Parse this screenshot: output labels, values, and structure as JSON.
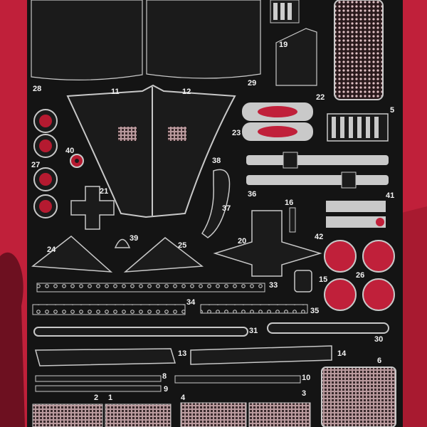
{
  "photo": {
    "subject": "photo-etched-fret-sheet",
    "colors": {
      "background": "#c0203a",
      "fret": "#141414",
      "metal": "#c9c9c9",
      "red_inner": "#b51a30"
    },
    "part_numbers": [
      {
        "id": "p28",
        "text": "28"
      },
      {
        "id": "p29",
        "text": "29"
      },
      {
        "id": "p11",
        "text": "11"
      },
      {
        "id": "p12",
        "text": "12"
      },
      {
        "id": "p19",
        "text": "19"
      },
      {
        "id": "p22",
        "text": "22"
      },
      {
        "id": "p23",
        "text": "23"
      },
      {
        "id": "p5",
        "text": "5"
      },
      {
        "id": "p27",
        "text": "27"
      },
      {
        "id": "p40",
        "text": "40"
      },
      {
        "id": "p38",
        "text": "38"
      },
      {
        "id": "p21",
        "text": "21"
      },
      {
        "id": "p36",
        "text": "36"
      },
      {
        "id": "p41",
        "text": "41"
      },
      {
        "id": "p16",
        "text": "16"
      },
      {
        "id": "p37",
        "text": "37"
      },
      {
        "id": "p42",
        "text": "42"
      },
      {
        "id": "p39",
        "text": "39"
      },
      {
        "id": "p20",
        "text": "20"
      },
      {
        "id": "p24",
        "text": "24"
      },
      {
        "id": "p25",
        "text": "25"
      },
      {
        "id": "p15",
        "text": "15"
      },
      {
        "id": "p26",
        "text": "26"
      },
      {
        "id": "p33",
        "text": "33"
      },
      {
        "id": "p34",
        "text": "34"
      },
      {
        "id": "p35",
        "text": "35"
      },
      {
        "id": "p31",
        "text": "31"
      },
      {
        "id": "p30",
        "text": "30"
      },
      {
        "id": "p13",
        "text": "13"
      },
      {
        "id": "p14",
        "text": "14"
      },
      {
        "id": "p6",
        "text": "6"
      },
      {
        "id": "p8",
        "text": "8"
      },
      {
        "id": "p9",
        "text": "9"
      },
      {
        "id": "p10",
        "text": "10"
      },
      {
        "id": "p2",
        "text": "2"
      },
      {
        "id": "p1",
        "text": "1"
      },
      {
        "id": "p4",
        "text": "4"
      },
      {
        "id": "p3",
        "text": "3"
      }
    ]
  }
}
